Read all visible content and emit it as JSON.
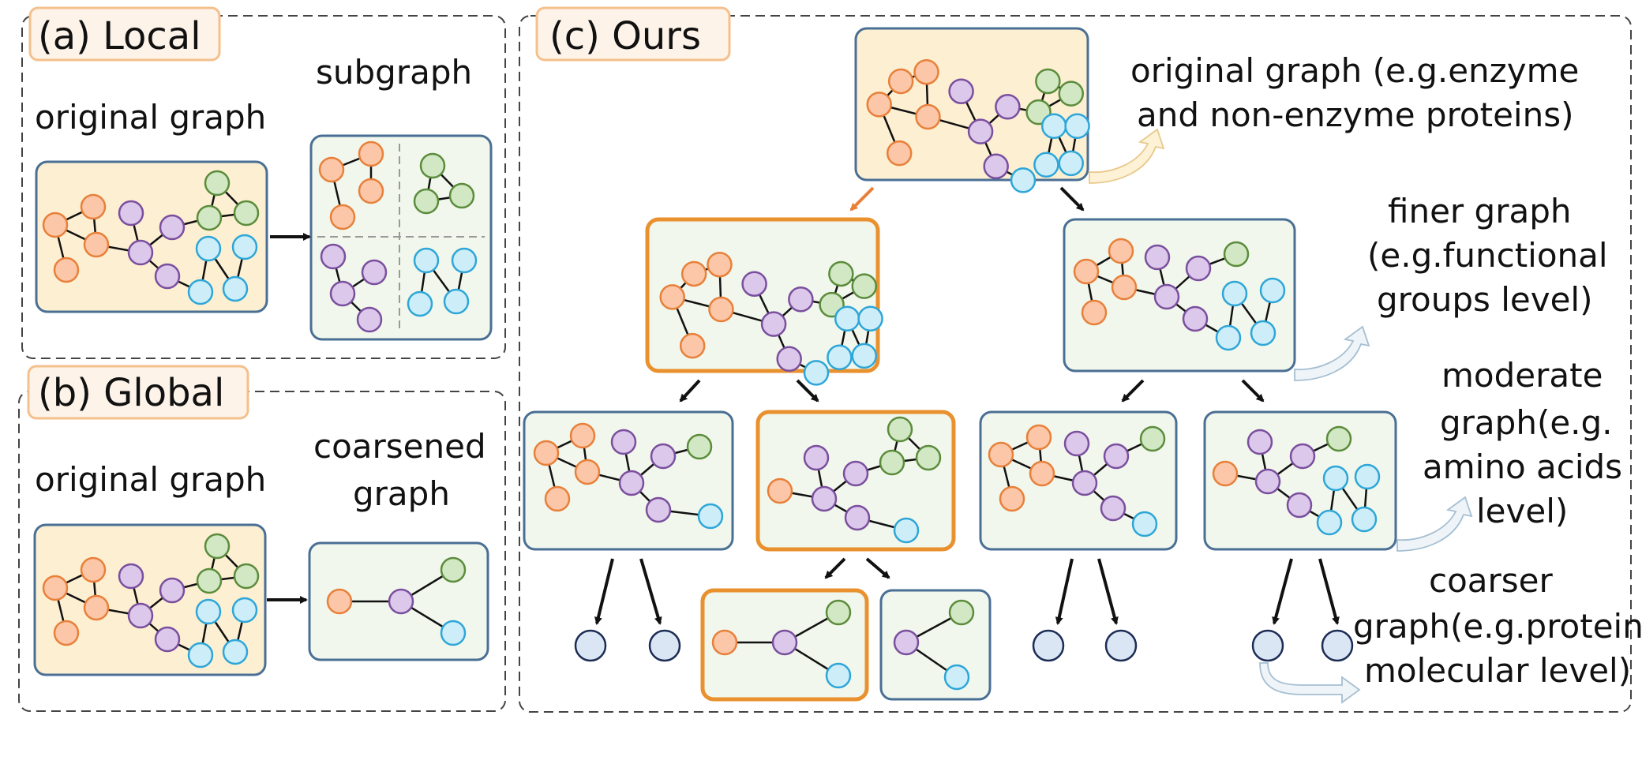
{
  "panels": {
    "local": {
      "tag": "(a) Local",
      "original_label": "original graph",
      "result_label": "subgraph"
    },
    "global": {
      "tag": "(b) Global",
      "original_label": "original graph",
      "result_label_line1": "coarsened",
      "result_label_line2": "graph"
    },
    "ours": {
      "tag": "(c) Ours",
      "annotations": {
        "original_line1": "original graph  (e.g.enzyme",
        "original_line2": "and non-enzyme proteins)",
        "finer_line1": "finer graph",
        "finer_line2": "(e.g.functional",
        "finer_line3": "groups level)",
        "moderate_line1": "moderate",
        "moderate_line2": "graph(e.g.",
        "moderate_line3": "amino acids",
        "moderate_line4": "level)",
        "coarser_line1": "coarser",
        "coarser_line2": "graph(e.g.protein",
        "coarser_line3": "molecular level)"
      }
    }
  },
  "colors": {
    "orange_node_fill": "#fbc7a8",
    "orange_node_stroke": "#e8803a",
    "purple_node_fill": "#dcc8ea",
    "purple_node_stroke": "#7a4f9e",
    "green_node_fill": "#d2e8c4",
    "green_node_stroke": "#5b8c3c",
    "blue_node_fill": "#cdeef9",
    "blue_node_stroke": "#2ea6d8",
    "navy_node_fill": "#dbe6f5",
    "navy_node_stroke": "#1c2c55",
    "original_box_fill": "#fdefd2",
    "graph_box_fill": "#f1f7ec",
    "graph_box_stroke": "#4a6f94",
    "highlight_stroke": "#e8912e",
    "tag_fill": "#fdf3e8",
    "tag_stroke": "#f4c08c"
  }
}
